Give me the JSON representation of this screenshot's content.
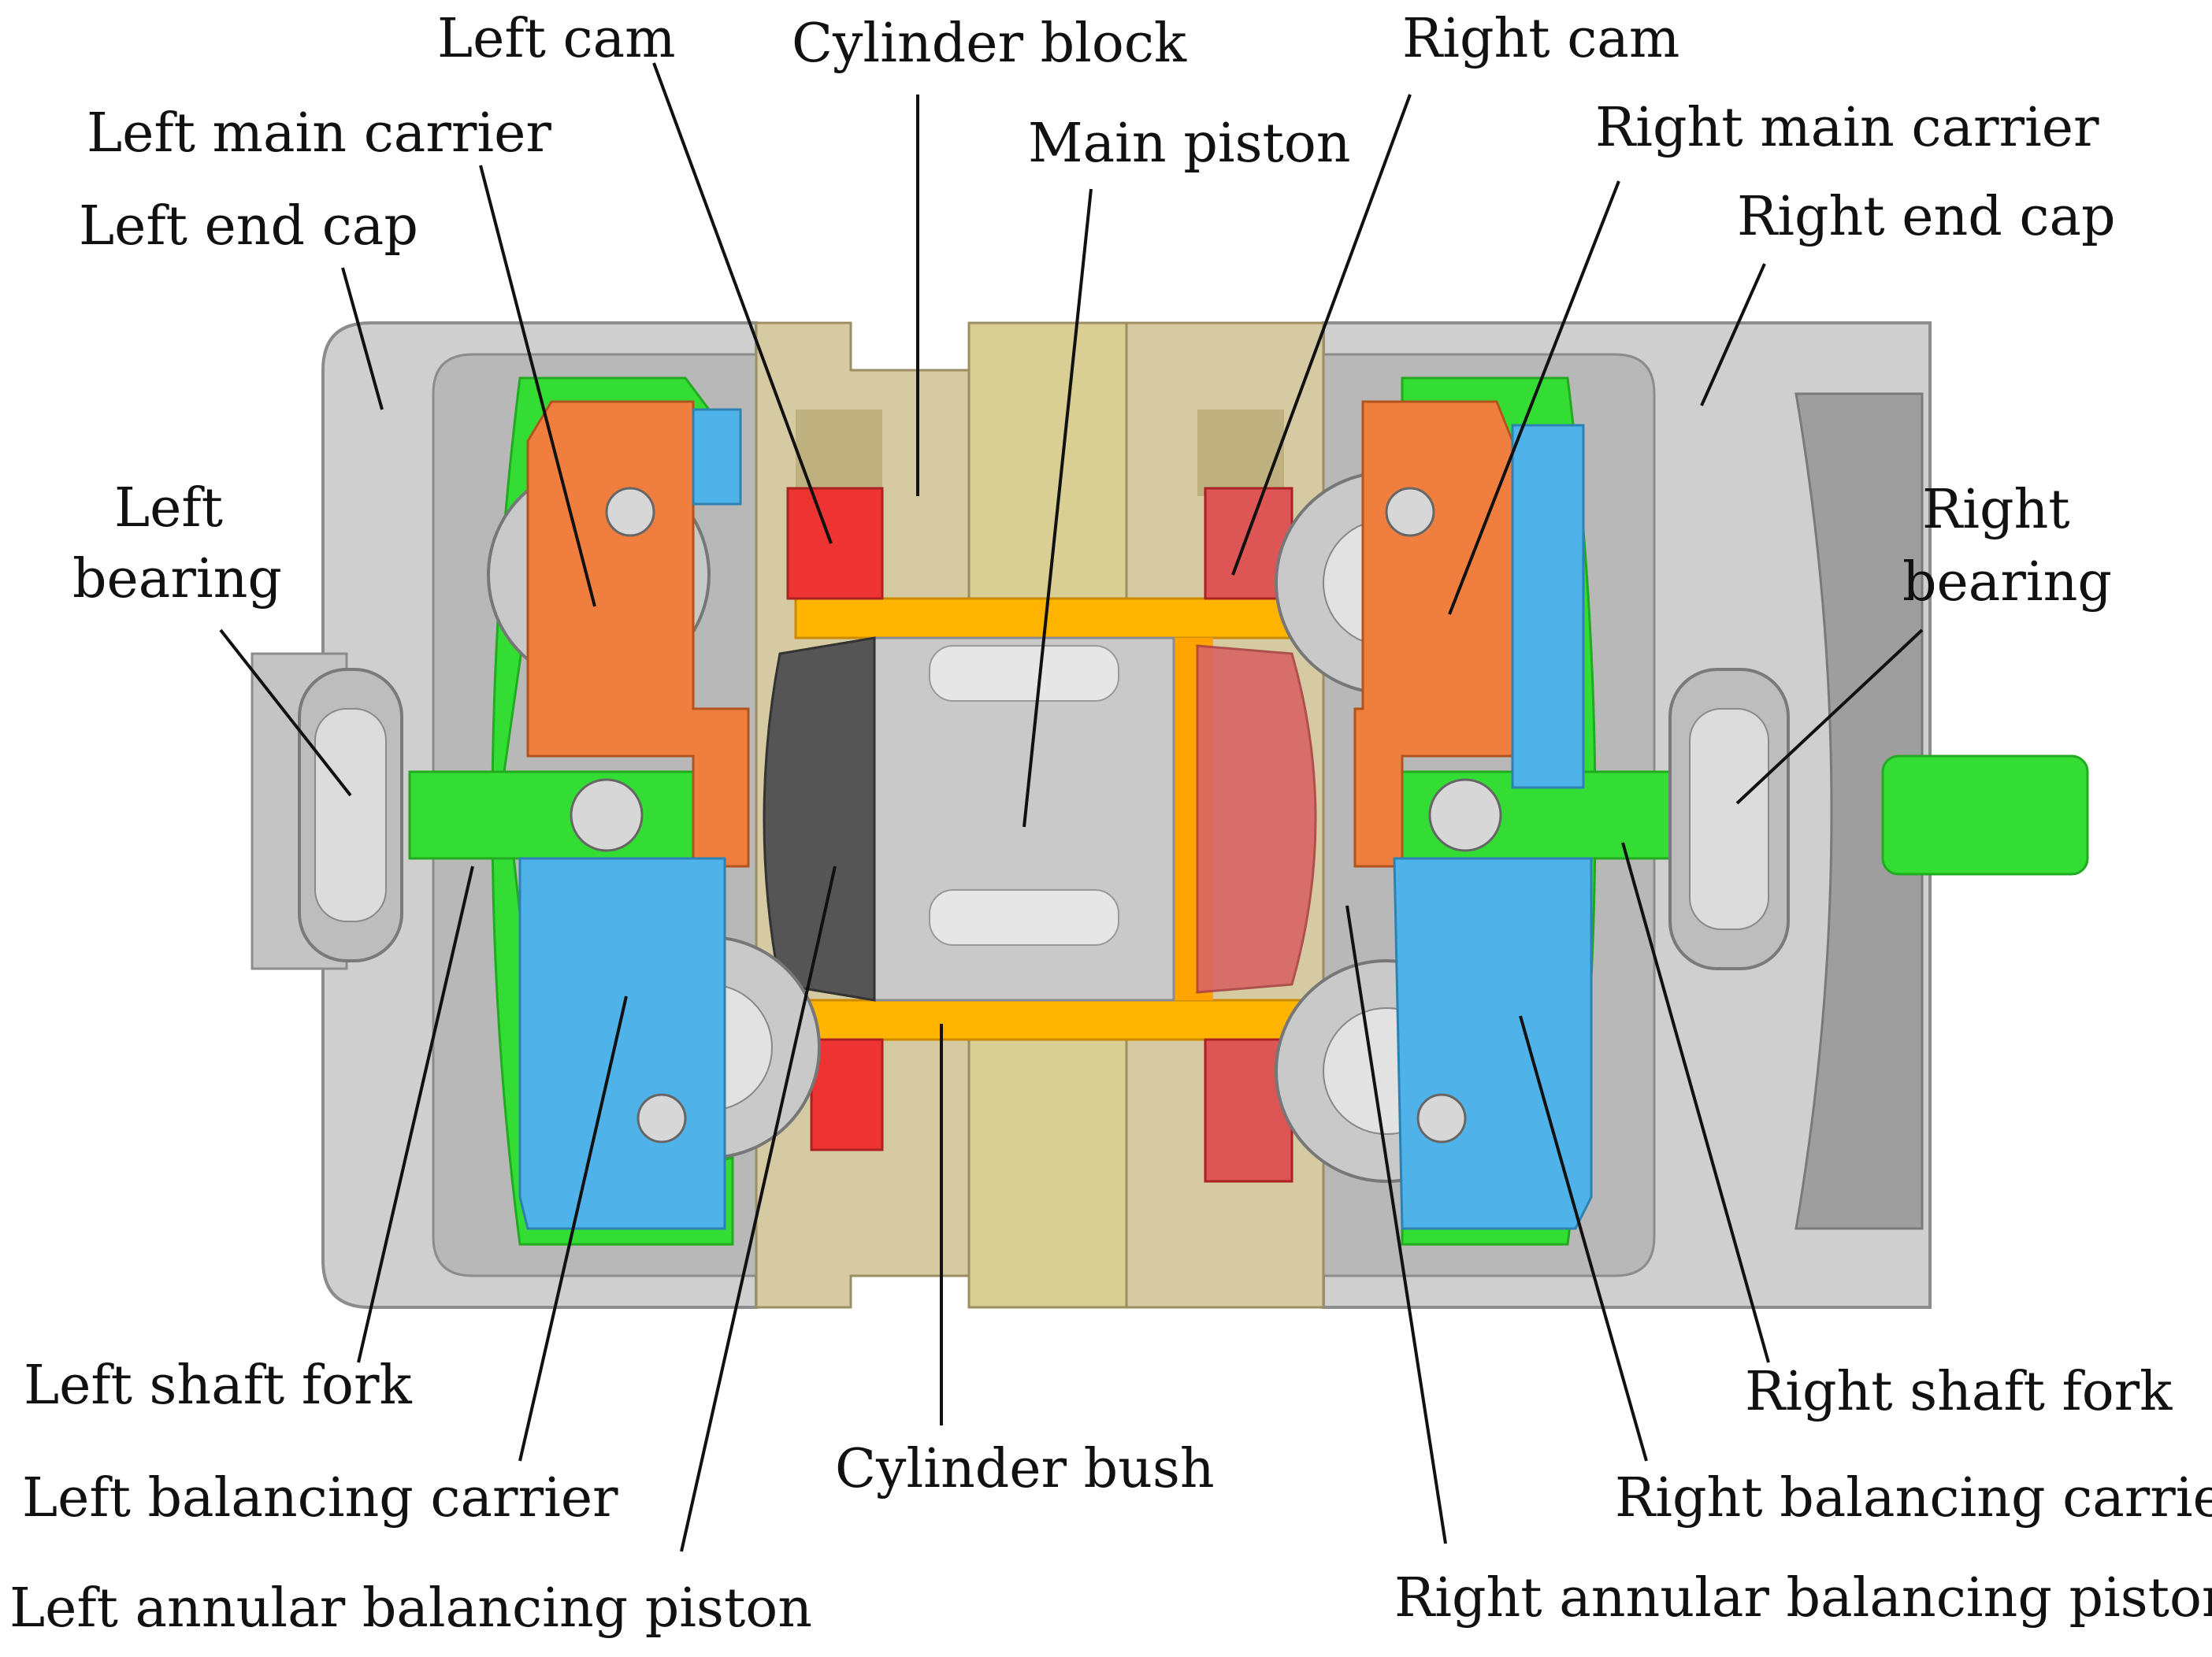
{
  "labels": {
    "left_cam": "Left cam",
    "cylinder_block": "Cylinder block",
    "right_cam": "Right cam",
    "left_main_carrier": "Left main carrier",
    "main_piston": "Main piston",
    "right_main_carrier": "Right main carrier",
    "left_end_cap": "Left end cap",
    "right_end_cap": "Right end cap",
    "left_bearing_line1": "Left",
    "left_bearing_line2": "bearing",
    "right_bearing_line1": "Right",
    "right_bearing_line2": "bearing",
    "left_shaft_fork": "Left  shaft fork",
    "right_shaft_fork": "Right shaft fork",
    "cylinder_bush": "Cylinder bush",
    "left_balancing_carrier": "Left balancing carrier",
    "right_balancing_carrier": "Right balancing carrier",
    "left_annular_balancing_piston": "Left annular balancing piston",
    "right_annular_balancing_piston": "Right annular balancing piston"
  },
  "colors": {
    "housing": "#cfcfcf",
    "housing_edge": "#8c8c8c",
    "cylinder_block": "#d6caa2",
    "cylinder_block_dark": "#bfb07f",
    "main_carrier": "#f07f3f",
    "balancing_carrier": "#4fb3ea",
    "shaft_fork": "#33dd33",
    "cam": "#ee3333",
    "cylinder_bush": "#ffb400",
    "annular_piston_left": "#555555",
    "annular_piston_right": "#d96565",
    "main_piston": "#c9c9c9",
    "bearing": "#bdbdbd"
  }
}
